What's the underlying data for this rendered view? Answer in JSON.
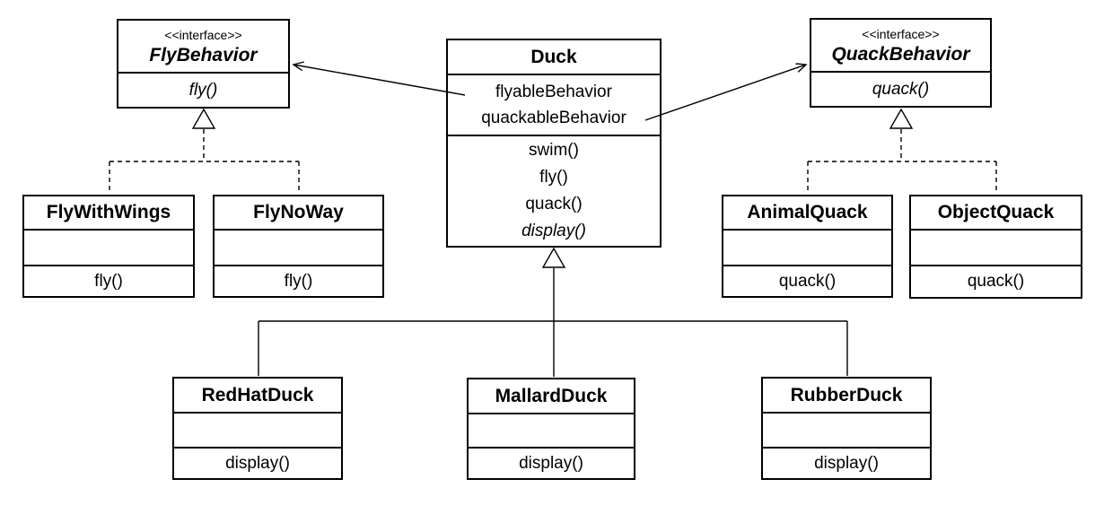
{
  "diagram": {
    "background_color": "#ffffff",
    "line_color": "#000000",
    "box_fill_color": "#ffffff",
    "type": "uml-class-diagram"
  },
  "classes": {
    "fly_behavior": {
      "stereotype": "<<interface>>",
      "name": "FlyBehavior",
      "methods": [
        "fly()"
      ]
    },
    "quack_behavior": {
      "stereotype": "<<interface>>",
      "name": "QuackBehavior",
      "methods": [
        "quack()"
      ]
    },
    "duck": {
      "name": "Duck",
      "attributes": [
        "flyableBehavior",
        "quackableBehavior"
      ],
      "methods": [
        "swim()",
        "fly()",
        "quack()",
        "display()"
      ]
    },
    "fly_with_wings": {
      "name": "FlyWithWings",
      "methods": [
        "fly()"
      ]
    },
    "fly_no_way": {
      "name": "FlyNoWay",
      "methods": [
        "fly()"
      ]
    },
    "animal_quack": {
      "name": "AnimalQuack",
      "methods": [
        "quack()"
      ]
    },
    "object_quack": {
      "name": "ObjectQuack",
      "methods": [
        "quack()"
      ]
    },
    "red_hat_duck": {
      "name": "RedHatDuck",
      "methods": [
        "display()"
      ]
    },
    "mallard_duck": {
      "name": "MallardDuck",
      "methods": [
        "display()"
      ]
    },
    "rubber_duck": {
      "name": "RubberDuck",
      "methods": [
        "display()"
      ]
    }
  },
  "relationships": [
    {
      "from": "Duck",
      "to": "FlyBehavior",
      "type": "directed-association",
      "attribute": "flyableBehavior"
    },
    {
      "from": "Duck",
      "to": "QuackBehavior",
      "type": "directed-association",
      "attribute": "quackableBehavior"
    },
    {
      "from": "FlyWithWings",
      "to": "FlyBehavior",
      "type": "realization"
    },
    {
      "from": "FlyNoWay",
      "to": "FlyBehavior",
      "type": "realization"
    },
    {
      "from": "AnimalQuack",
      "to": "QuackBehavior",
      "type": "realization"
    },
    {
      "from": "ObjectQuack",
      "to": "QuackBehavior",
      "type": "realization"
    },
    {
      "from": "RedHatDuck",
      "to": "Duck",
      "type": "generalization"
    },
    {
      "from": "MallardDuck",
      "to": "Duck",
      "type": "generalization"
    },
    {
      "from": "RubberDuck",
      "to": "Duck",
      "type": "generalization"
    }
  ]
}
